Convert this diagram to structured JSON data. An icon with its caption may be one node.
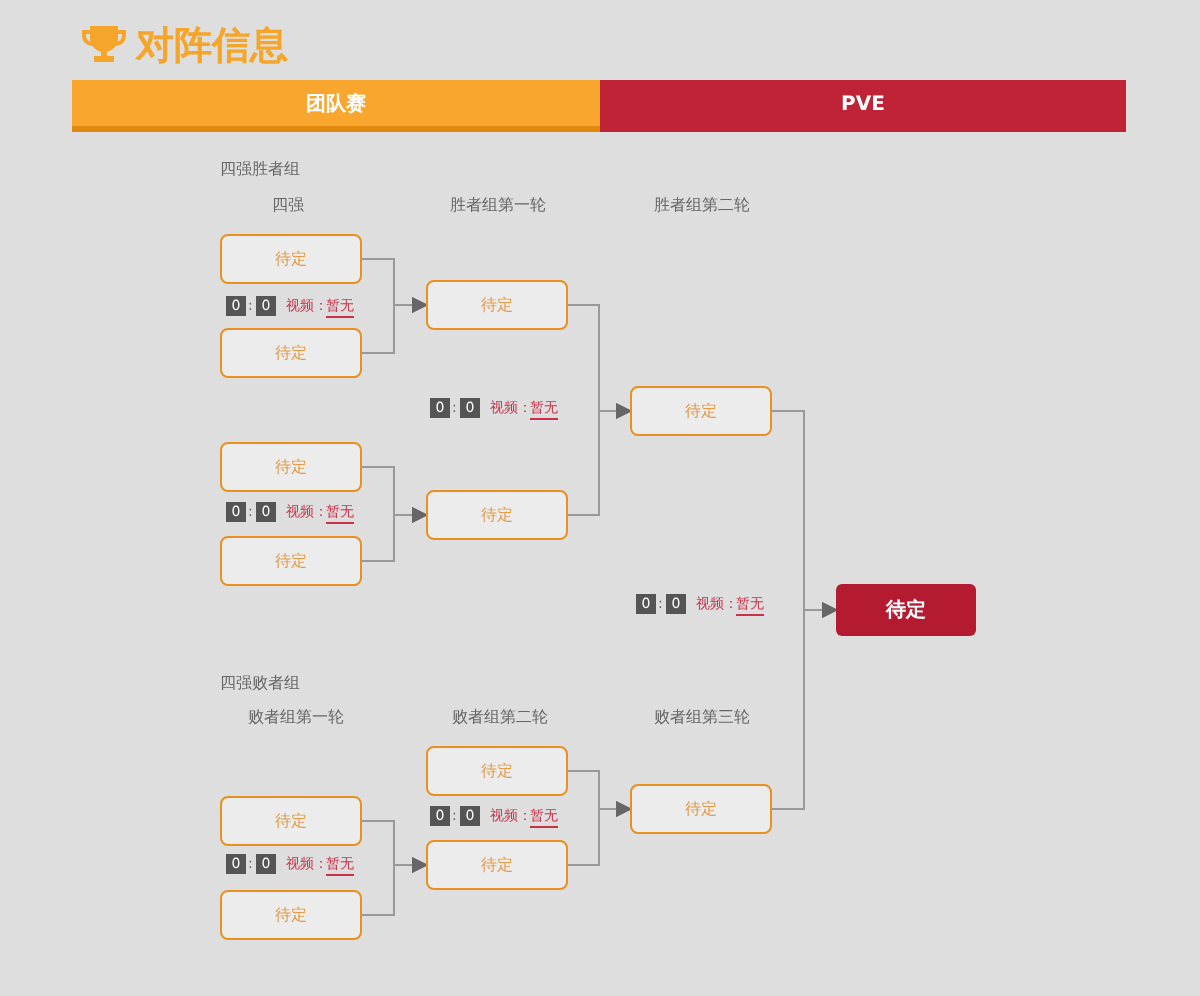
{
  "diagram": {
    "title": "对阵信息",
    "nodes": [
      {
        "text": [
          "待定"
        ]
      },
      {
        "text": [
          "待定"
        ]
      },
      {
        "text": [
          "待定"
        ]
      },
      {
        "text": [
          "待定"
        ]
      },
      {
        "text": [
          "待定"
        ]
      },
      {
        "text": [
          "待定"
        ]
      },
      {
        "text": [
          "待定"
        ]
      },
      {
        "text": [
          "待定"
        ]
      },
      {
        "text": [
          "待定"
        ]
      },
      {
        "text": [
          "待定"
        ]
      },
      {
        "text": [
          "待定"
        ]
      },
      {
        "text": [
          "待定"
        ]
      },
      {
        "text": [
          "待定"
        ]
      }
    ],
    "edges": [
      {
        "from": 0,
        "to": 4,
        "arrow": "to"
      },
      {
        "from": 1,
        "to": 4,
        "arrow": "to"
      },
      {
        "from": 2,
        "to": 5,
        "arrow": "to"
      },
      {
        "from": 3,
        "to": 5,
        "arrow": "to"
      },
      {
        "from": 4,
        "to": 6,
        "arrow": "to"
      },
      {
        "from": 5,
        "to": 6,
        "arrow": "to"
      },
      {
        "from": 6,
        "to": 7,
        "arrow": "to"
      },
      {
        "from": 12,
        "to": 7,
        "arrow": "to"
      },
      {
        "from": 8,
        "to": 11,
        "arrow": "to"
      },
      {
        "from": 9,
        "to": 11,
        "arrow": "to"
      },
      {
        "from": 10,
        "to": 12,
        "arrow": "to"
      },
      {
        "from": 11,
        "to": 12,
        "arrow": "to"
      }
    ],
    "labels": [
      "团队赛",
      "PVE",
      "四强胜者组",
      "四强",
      "胜者组第一轮",
      "胜者组第二轮",
      "0",
      ":",
      "0",
      "视频：",
      "暂无",
      "0",
      ":",
      "0",
      "视频：",
      "暂无",
      "0",
      ":",
      "0",
      "视频：",
      "暂无",
      "0",
      ":",
      "0",
      "视频：",
      "暂无",
      "四强败者组",
      "败者组第一轮",
      "败者组第二轮",
      "败者组第三轮",
      "0",
      ":",
      "0",
      "视频：",
      "暂无",
      "0",
      ":",
      "0",
      "视频：",
      "暂无"
    ]
  }
}
